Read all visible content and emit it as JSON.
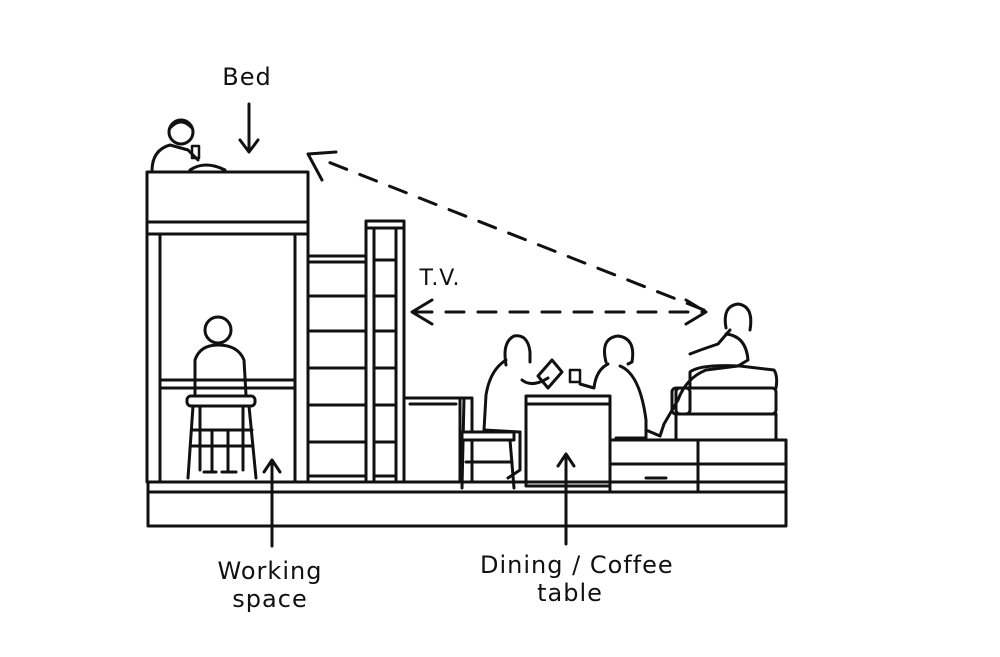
{
  "labels": {
    "bed": "Bed",
    "tv": "T.V.",
    "working_space_line1": "Working",
    "working_space_line2": "space",
    "dining_line1": "Dining / Coffee",
    "dining_line2": "table"
  }
}
